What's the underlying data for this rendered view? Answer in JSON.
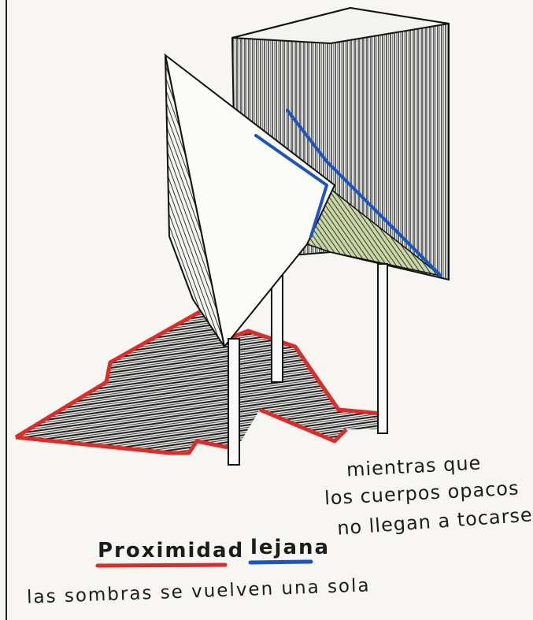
{
  "note": {
    "line1": "mientras que",
    "line2": "los cuerpos opacos",
    "line3": "no llegan a tocarse"
  },
  "title": {
    "part1": "Proximidad",
    "part2": "lejana"
  },
  "caption": "las sombras se vuelven una sola",
  "colors": {
    "paper": "#f7f6f2",
    "ink": "#1c1c1c",
    "shadow_outline": "#e02a25",
    "contact_line": "#1a55c8",
    "accent_green": "#c8d7a3"
  }
}
